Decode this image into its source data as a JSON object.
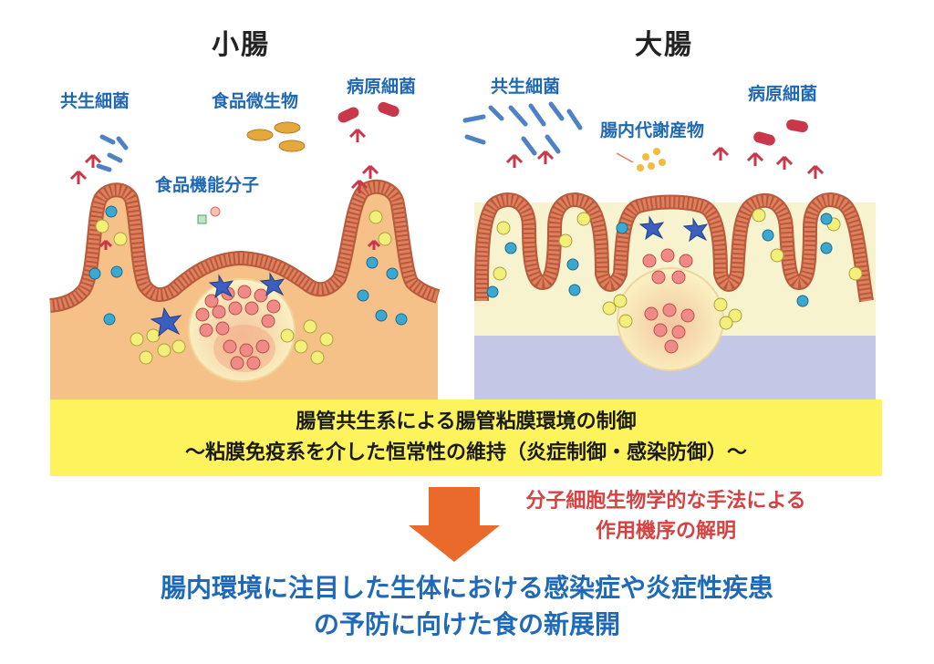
{
  "titles": {
    "small_intestine": "小腸",
    "large_intestine": "大腸"
  },
  "labels": {
    "si_commensal": "共生細菌",
    "si_food_microbe": "食品微生物",
    "si_pathogen": "病原細菌",
    "si_functional_molecule": "食品機能分子",
    "li_commensal": "共生細菌",
    "li_metabolite": "腸内代謝産物",
    "li_pathogen": "病原細菌"
  },
  "summary_box": {
    "line1": "腸管共生系による腸管粘膜環境の制御",
    "line2": "～粘膜免疫系を介した恒常性の維持（炎症制御・感染防御）～"
  },
  "method": {
    "line1": "分子細胞生物学的な手法による",
    "line2": "作用機序の解明"
  },
  "conclusion": {
    "line1": "腸内環境に注目した生体における感染症や炎症性疾患",
    "line2": "の予防に向けた食の新展開"
  },
  "colors": {
    "title_text": "#222222",
    "label_blue": "#1f68b4",
    "summary_fill": "#fdf35c",
    "method_red": "#d64141",
    "arrow_orange": "#ea6a2c",
    "conclusion_blue": "#1e6ab8",
    "epithelium": "#e07f5e",
    "tissue_orange": "#f6c189",
    "tissue_cream": "#f7f3cf",
    "submucosa_lavender": "#c5c7e6",
    "yellow_cell": "#f3ef7a",
    "blue_cell": "#3aa8d0",
    "red_cell": "#ef8a86",
    "bacteria_blue": "#4f82c4",
    "pathogen_red": "#c9374a"
  }
}
